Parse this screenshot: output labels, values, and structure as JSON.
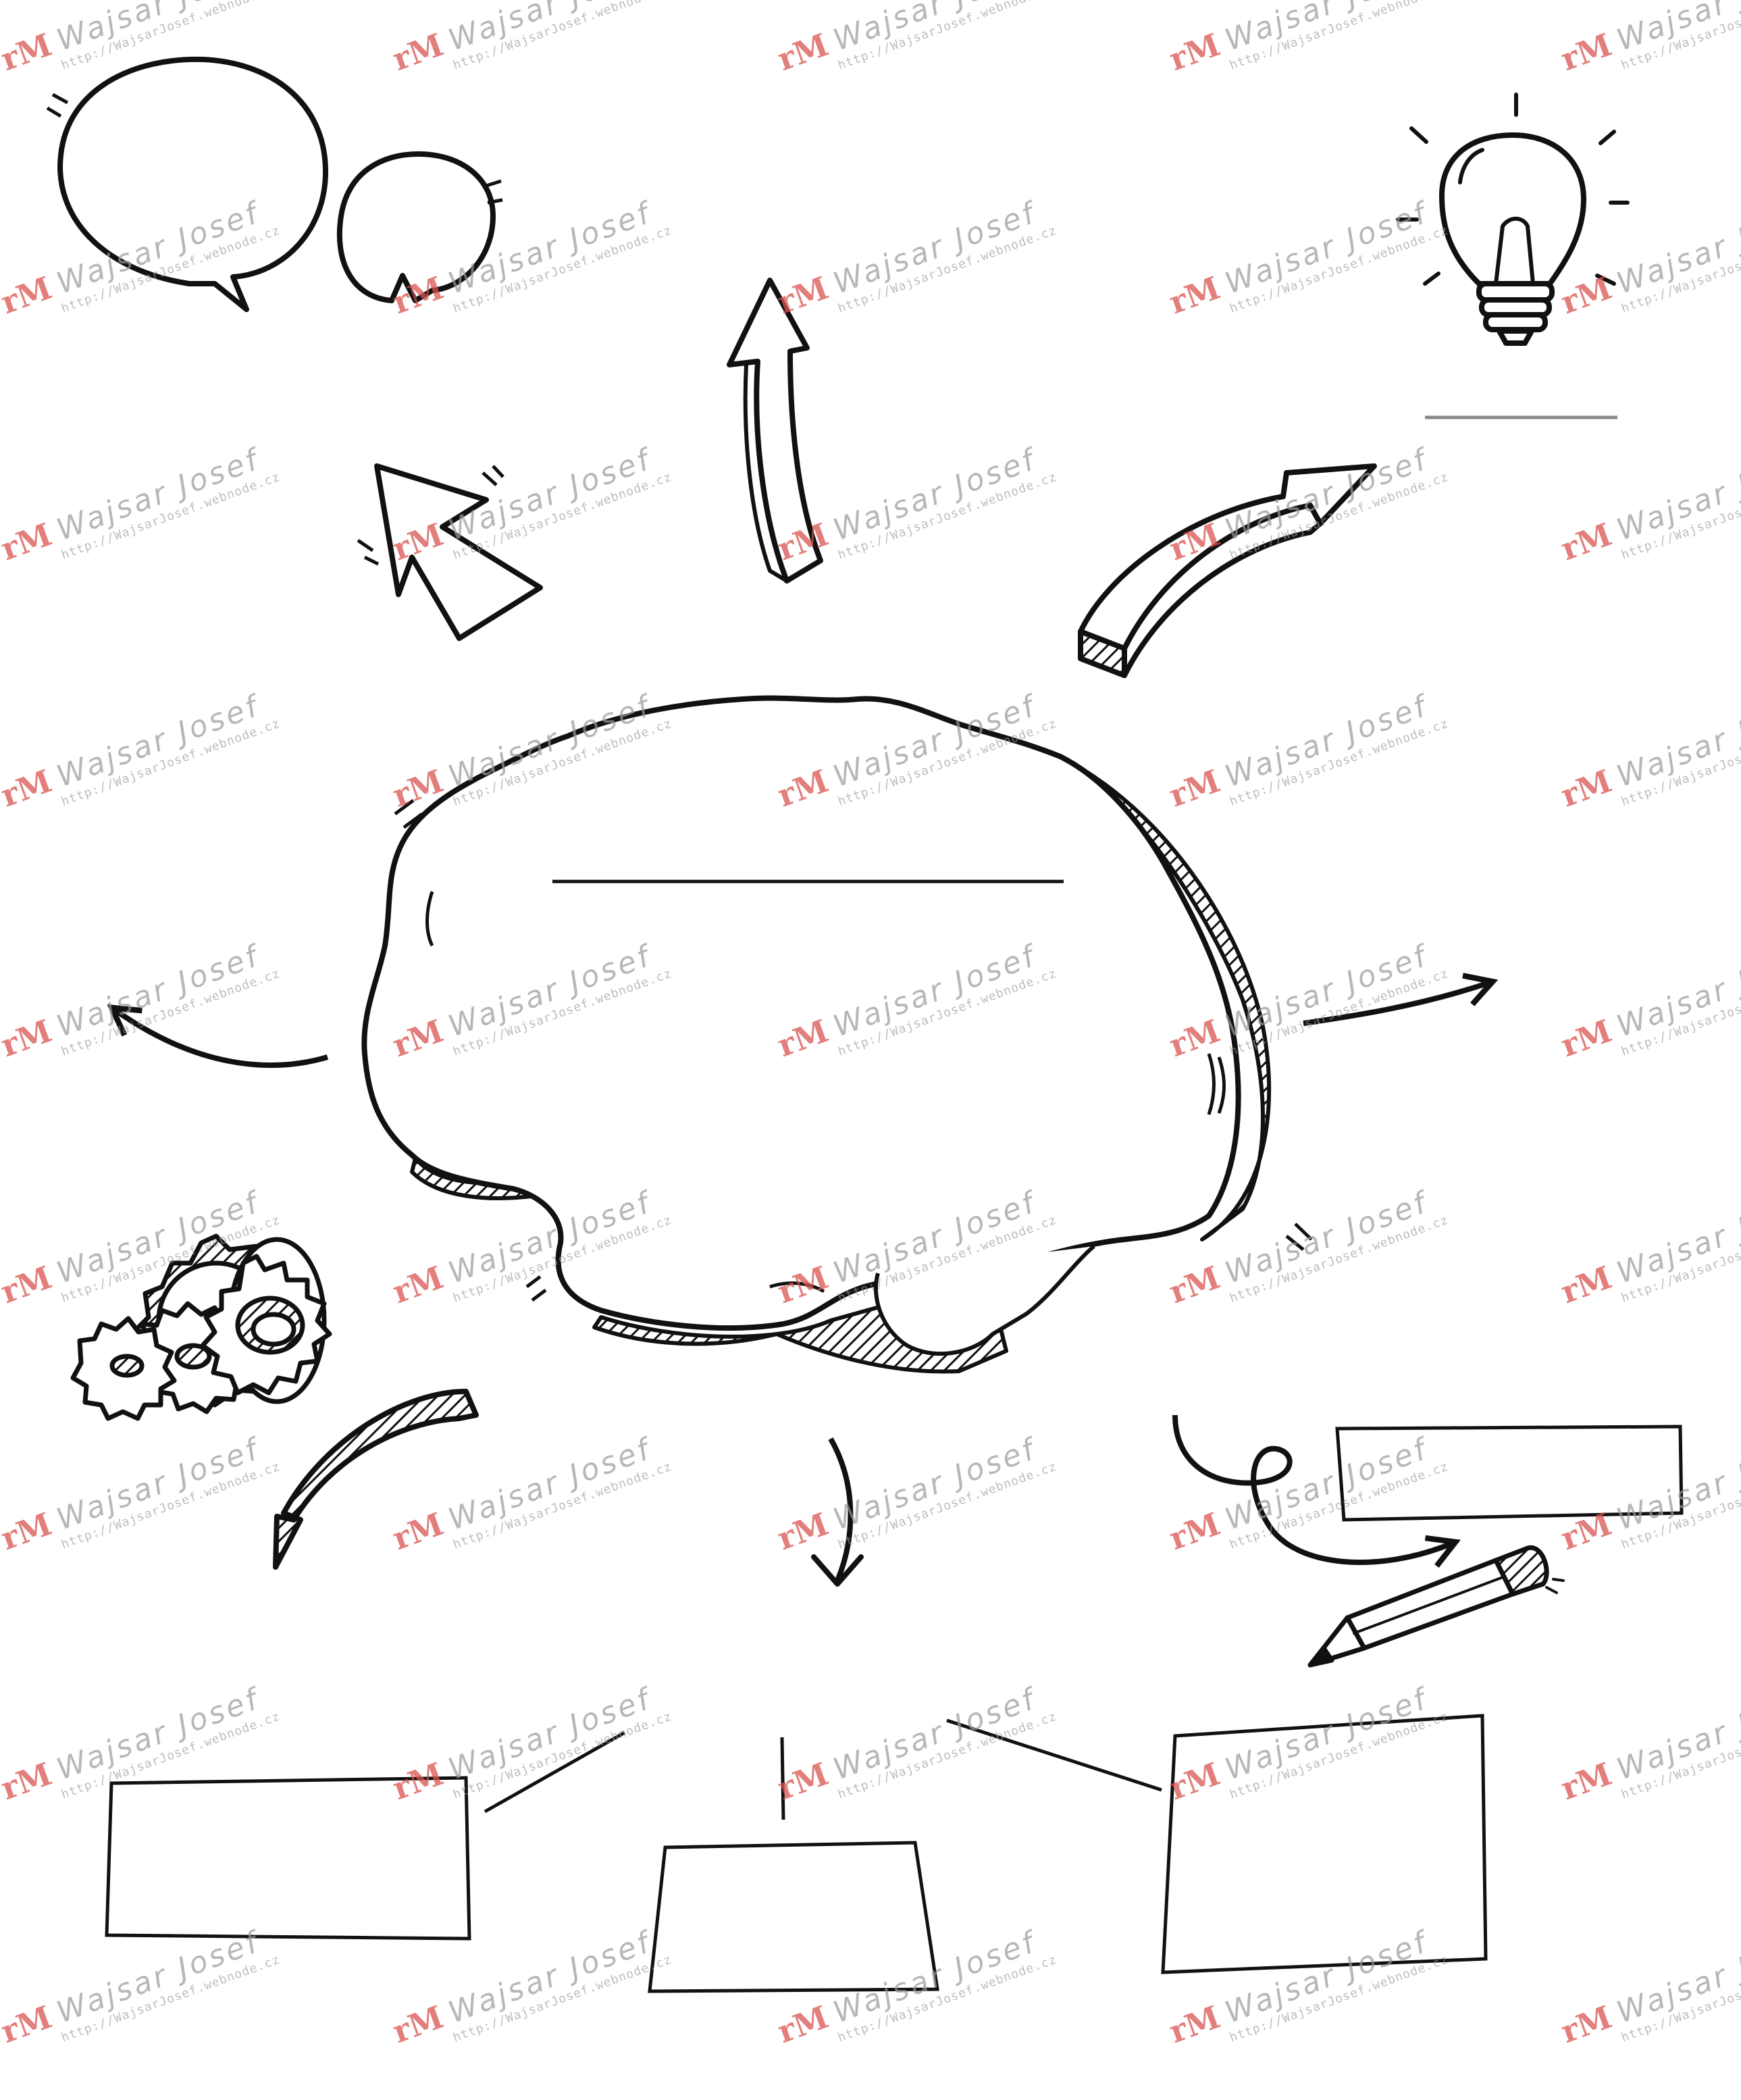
{
  "watermark": {
    "mark": "rM",
    "name": "Wajsar Josef",
    "url": "http://WajsarJosef.webnode.cz"
  },
  "colors": {
    "ink": "#111111",
    "watermark_red": "#d9534f",
    "watermark_gray": "#9a9a9a",
    "line_gray": "#888888"
  }
}
